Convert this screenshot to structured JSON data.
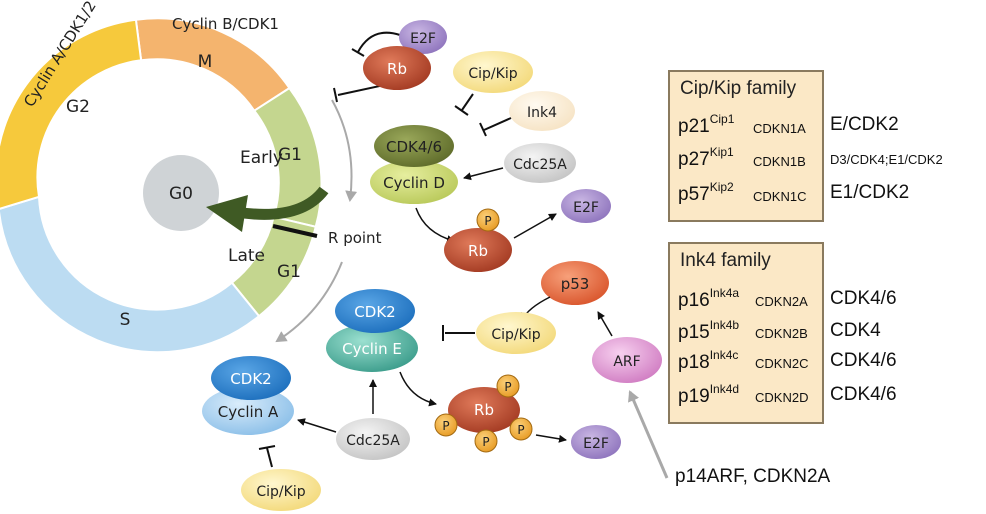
{
  "cycle": {
    "cyclin_a_label": "Cyclin A/CDK1/2",
    "cyclin_b_label": "Cyclin B/CDK1",
    "phase_m": "M",
    "phase_g2": "G2",
    "phase_g1_early": "G1",
    "phase_g1_late": "G1",
    "phase_s": "S",
    "early": "Early",
    "late": "Late",
    "g0": "G0",
    "r_point": "R point"
  },
  "nodes": {
    "e2f_top": "E2F",
    "rb_top": "Rb",
    "cipkip_top": "Cip/Kip",
    "ink4": "Ink4",
    "cdk46": "CDK4/6",
    "cyclin_d": "Cyclin D",
    "cdc25a_top": "Cdc25A",
    "e2f_mid": "E2F",
    "rb_mid": "Rb",
    "rb_mid_p": "P",
    "p53": "p53",
    "cipkip_mid": "Cip/Kip",
    "cdk2_e": "CDK2",
    "cyclin_e": "Cyclin E",
    "arf": "ARF",
    "cdk2_a": "CDK2",
    "cyclin_a": "Cyclin A",
    "cdc25a_bottom": "Cdc25A",
    "cipkip_bottom": "Cip/Kip",
    "rb_bottom": "Rb",
    "rb_bottom_p": "P",
    "e2f_bottom": "E2F"
  },
  "cipkip_family": {
    "title": "Cip/Kip family",
    "rows": [
      {
        "protein": "p21",
        "sup": "Cip1",
        "gene": "CDKN1A",
        "target": "E/CDK2"
      },
      {
        "protein": "p27",
        "sup": "Kip1",
        "gene": "CDKN1B",
        "target": "D3/CDK4;E1/CDK2"
      },
      {
        "protein": "p57",
        "sup": "Kip2",
        "gene": "CDKN1C",
        "target": "E1/CDK2"
      }
    ]
  },
  "ink4_family": {
    "title": "Ink4 family",
    "rows": [
      {
        "protein": "p16",
        "sup": "Ink4a",
        "gene": "CDKN2A",
        "target": "CDK4/6"
      },
      {
        "protein": "p15",
        "sup": "Ink4b",
        "gene": "CDKN2B",
        "target": "CDK4"
      },
      {
        "protein": "p18",
        "sup": "Ink4c",
        "gene": "CDKN2C",
        "target": "CDK4/6"
      },
      {
        "protein": "p19",
        "sup": "Ink4d",
        "gene": "CDKN2D",
        "target": "CDK4/6"
      }
    ]
  },
  "p14_label": "p14ARF, CDKN2A",
  "colors": {
    "m": "#f4b46e",
    "g2": "#f6c93c",
    "g1": "#c4d68f",
    "s": "#bcdcf2",
    "g0": "#cfd3d6",
    "g0_arrow": "#3f5a24",
    "box_fill": "#fbe8c6"
  }
}
